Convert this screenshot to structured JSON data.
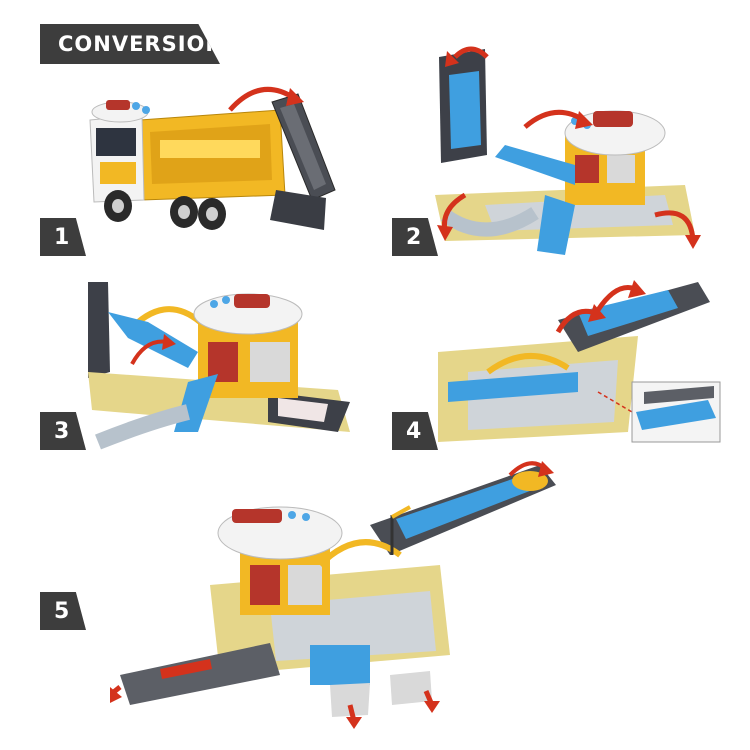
{
  "header": {
    "title": "CONVERSION"
  },
  "steps": [
    {
      "number": "1"
    },
    {
      "number": "2"
    },
    {
      "number": "3"
    },
    {
      "number": "4"
    },
    {
      "number": "5"
    }
  ],
  "colors": {
    "header_bg": "#3d3d3d",
    "truck_yellow": "#f2b824",
    "track_blue": "#3f9fe0",
    "road_grey": "#5c5f66",
    "arrow_red": "#d4321c",
    "cab_white": "#f3f3f3"
  }
}
